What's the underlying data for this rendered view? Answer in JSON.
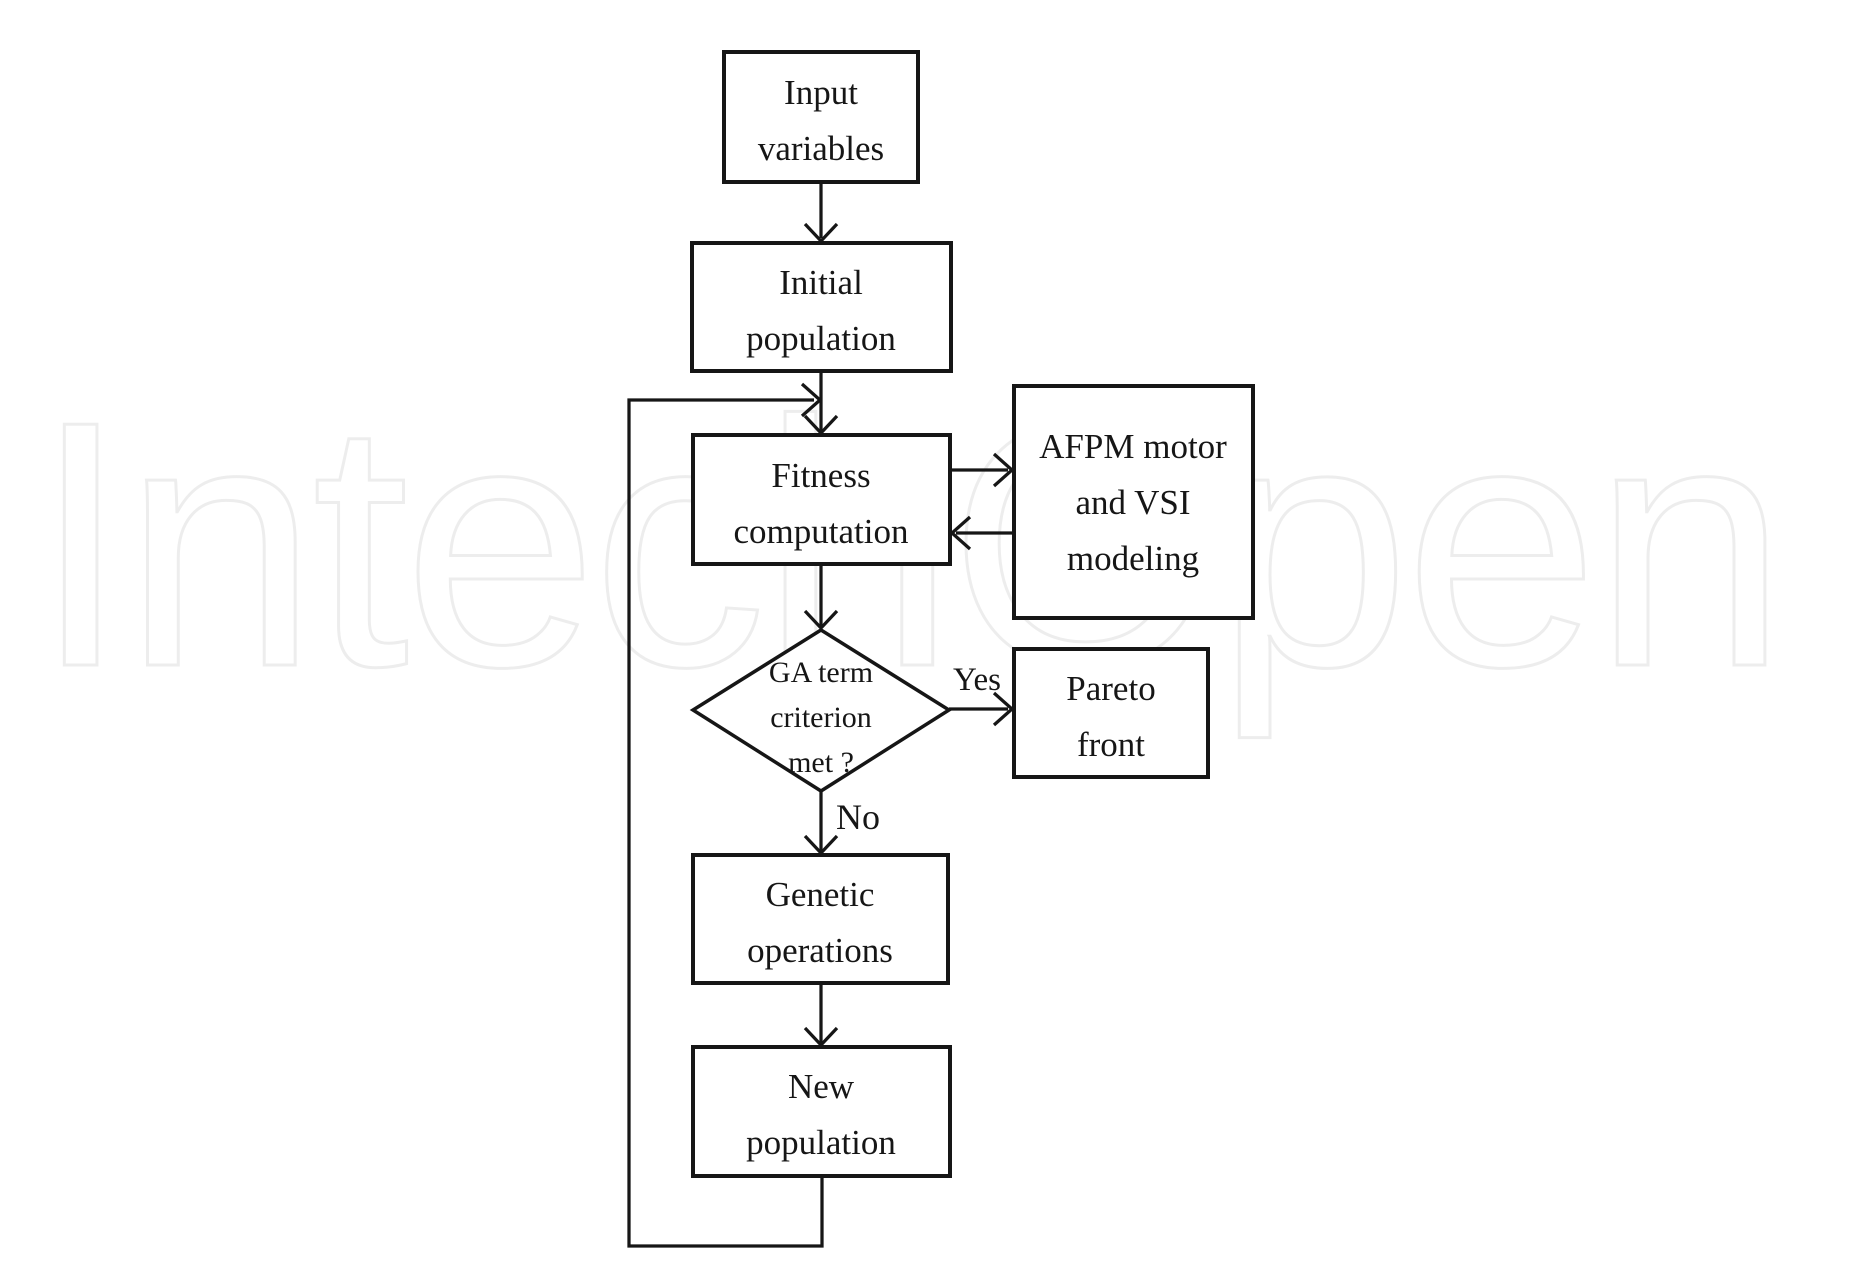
{
  "figure": {
    "watermark": "IntechOpen",
    "background_color": "#ffffff",
    "ink_color": "#161616",
    "watermark_color": "#ededed"
  },
  "diagram": {
    "type": "flowchart",
    "nodes": {
      "input_variables": {
        "shape": "rectangle",
        "lines": [
          "Input",
          "variables"
        ]
      },
      "initial_population": {
        "shape": "rectangle",
        "lines": [
          "Initial",
          "population"
        ]
      },
      "fitness_computation": {
        "shape": "rectangle",
        "lines": [
          "Fitness",
          "computation"
        ]
      },
      "afpm_vsi_modeling": {
        "shape": "rectangle",
        "lines": [
          "AFPM motor",
          "and VSI",
          "modeling"
        ]
      },
      "ga_termination": {
        "shape": "diamond",
        "lines": [
          "GA term",
          "criterion",
          "met ?"
        ]
      },
      "pareto_front": {
        "shape": "rectangle",
        "lines": [
          "Pareto",
          "front"
        ]
      },
      "genetic_operations": {
        "shape": "rectangle",
        "lines": [
          "Genetic",
          "operations"
        ]
      },
      "new_population": {
        "shape": "rectangle",
        "lines": [
          "New",
          "population"
        ]
      }
    },
    "edges": [
      {
        "from": "input_variables",
        "to": "initial_population",
        "label": ""
      },
      {
        "from": "initial_population",
        "to": "fitness_computation",
        "label": ""
      },
      {
        "from": "fitness_computation",
        "to": "afpm_vsi_modeling",
        "label": ""
      },
      {
        "from": "afpm_vsi_modeling",
        "to": "fitness_computation",
        "label": ""
      },
      {
        "from": "fitness_computation",
        "to": "ga_termination",
        "label": ""
      },
      {
        "from": "ga_termination",
        "to": "pareto_front",
        "label": "Yes"
      },
      {
        "from": "ga_termination",
        "to": "genetic_operations",
        "label": "No"
      },
      {
        "from": "genetic_operations",
        "to": "new_population",
        "label": ""
      },
      {
        "from": "new_population",
        "to": "fitness_computation",
        "label": ""
      }
    ]
  }
}
